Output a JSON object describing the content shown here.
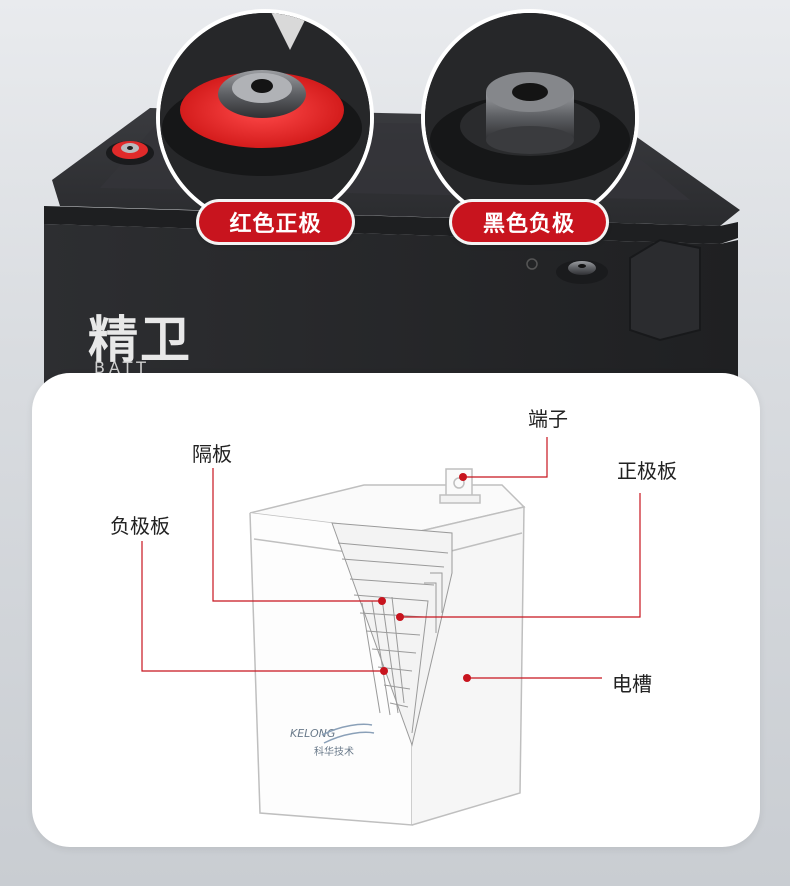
{
  "hero": {
    "brand_text": "精卫",
    "brand_sub": "BATT",
    "badge_positive": "红色正极",
    "badge_negative": "黑色负极"
  },
  "diagram": {
    "labels": {
      "terminal": "端子",
      "separator": "隔板",
      "positive_plate": "正极板",
      "negative_plate": "负极板",
      "container": "电槽"
    },
    "logo_text": "KELONG",
    "logo_sub": "科华技术"
  },
  "colors": {
    "accent_red": "#c8141e",
    "battery_body": "#2a2b2e",
    "leader_line": "#c8141e"
  }
}
